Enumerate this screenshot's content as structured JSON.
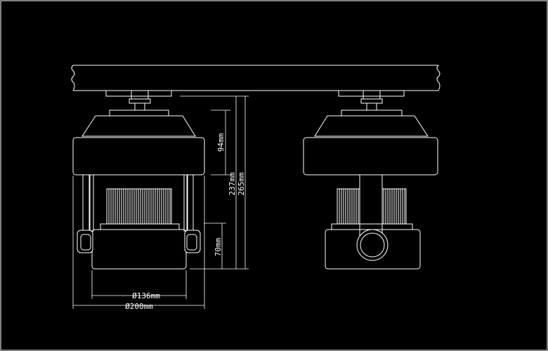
{
  "colors": {
    "background": "#000000",
    "line": "#ffffff"
  },
  "dimensions": {
    "d136": "Ø136mm",
    "d200": "Ø200mm",
    "h94": "94mm",
    "h237": "237mm",
    "h265": "265mm",
    "h70": "70mm"
  }
}
